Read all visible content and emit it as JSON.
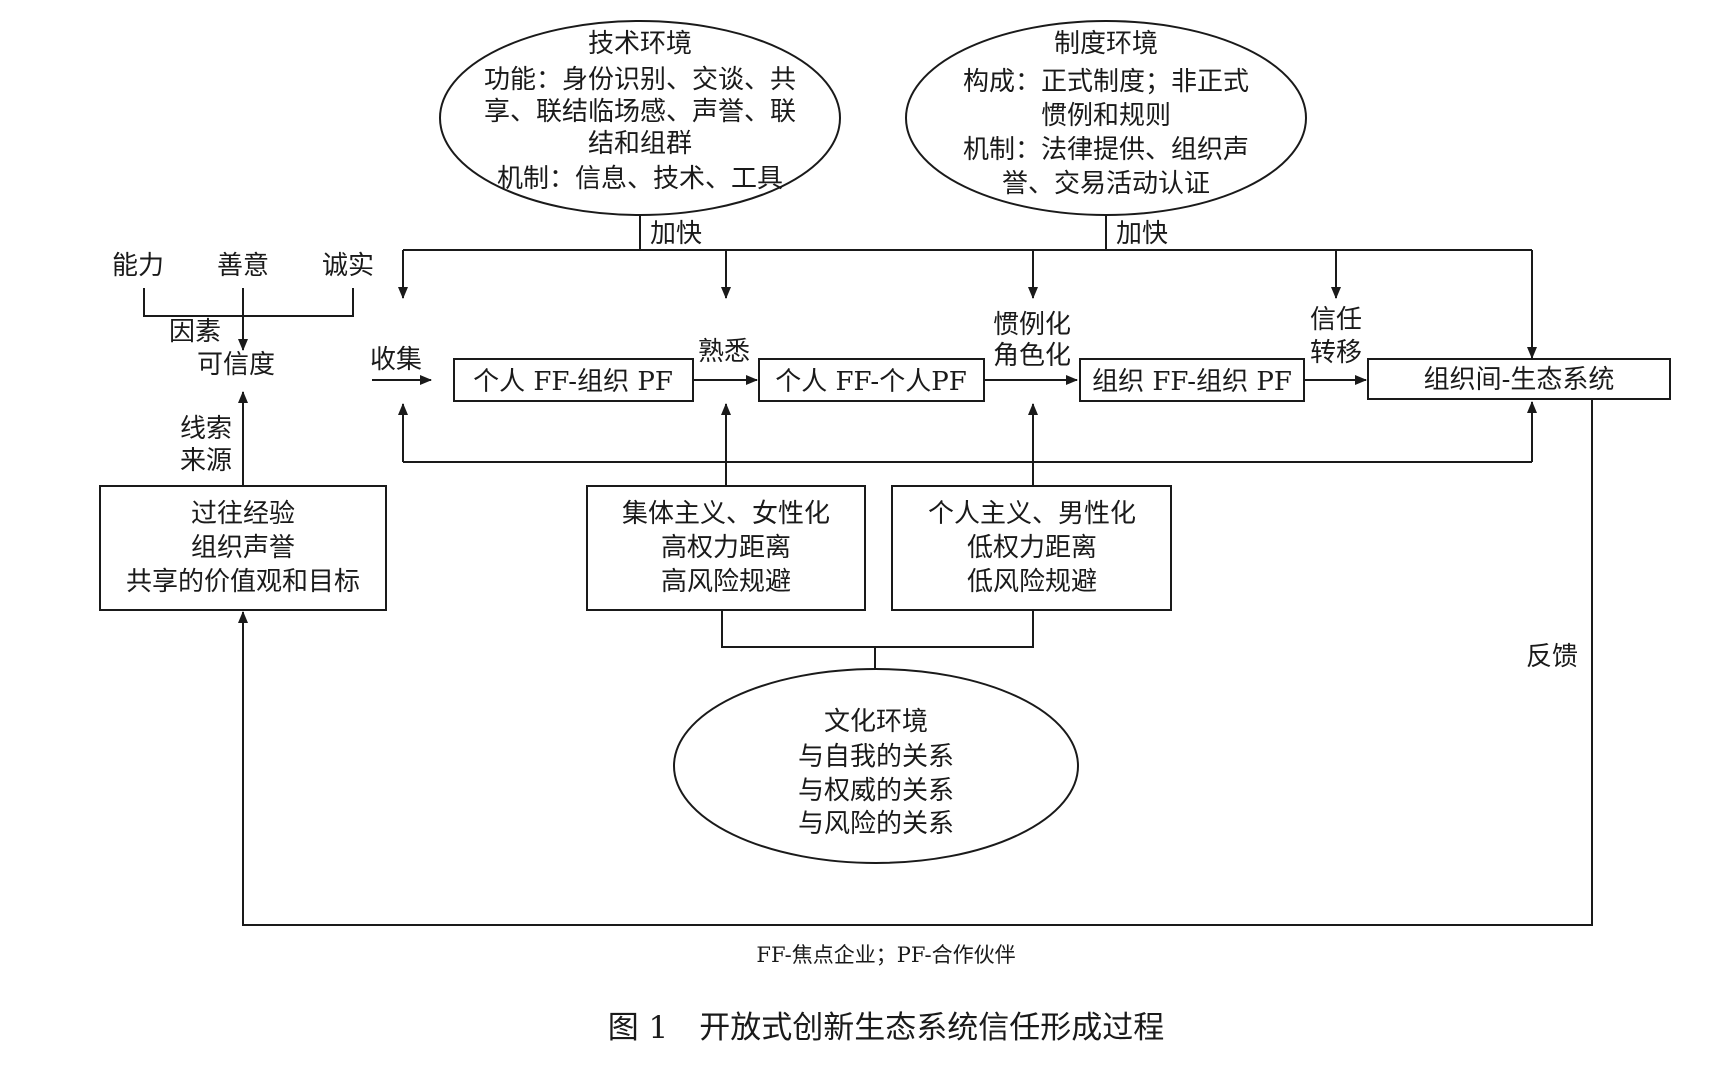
{
  "tech_env": {
    "title": "技术环境",
    "line1": "功能：身份识别、交谈、共",
    "line2": "享、联结临场感、声誉、联",
    "line3": "结和组群",
    "line4": "机制：信息、技术、工具"
  },
  "inst_env": {
    "title": "制度环境",
    "line1": "构成：正式制度；非正式",
    "line2": "惯例和规则",
    "line3": "机制：法律提供、组织声",
    "line4": "誉、交易活动认证"
  },
  "accelerate_left": "加快",
  "accelerate_right": "加快",
  "factors": {
    "ability": "能力",
    "goodwill": "善意",
    "honesty": "诚实",
    "label": "因素"
  },
  "credibility": "可信度",
  "clue_source": {
    "line1": "线索",
    "line2": "来源"
  },
  "past_box": {
    "line1": "过往经验",
    "line2": "组织声誉",
    "line3": "共享的价值观和目标"
  },
  "collect": "收集",
  "stages": {
    "s1": "个人 FF-组织 PF",
    "s2": "个人 FF-个人PF",
    "s3": "组织 FF-组织 PF",
    "s4": "组织间-生态系统"
  },
  "transitions": {
    "familiar": "熟悉",
    "routinize_1": "惯例化",
    "routinize_2": "角色化",
    "trust_1": "信任",
    "trust_2": "转移"
  },
  "collectivism_box": {
    "line1": "集体主义、女性化",
    "line2": "高权力距离",
    "line3": "高风险规避"
  },
  "individualism_box": {
    "line1": "个人主义、男性化",
    "line2": "低权力距离",
    "line3": "低风险规避"
  },
  "culture_env": {
    "title": "文化环境",
    "line1": "与自我的关系",
    "line2": "与权威的关系",
    "line3": "与风险的关系"
  },
  "feedback": "反馈",
  "legend": "FF-焦点企业；PF-合作伙伴",
  "caption": "图 1　开放式创新生态系统信任形成过程"
}
